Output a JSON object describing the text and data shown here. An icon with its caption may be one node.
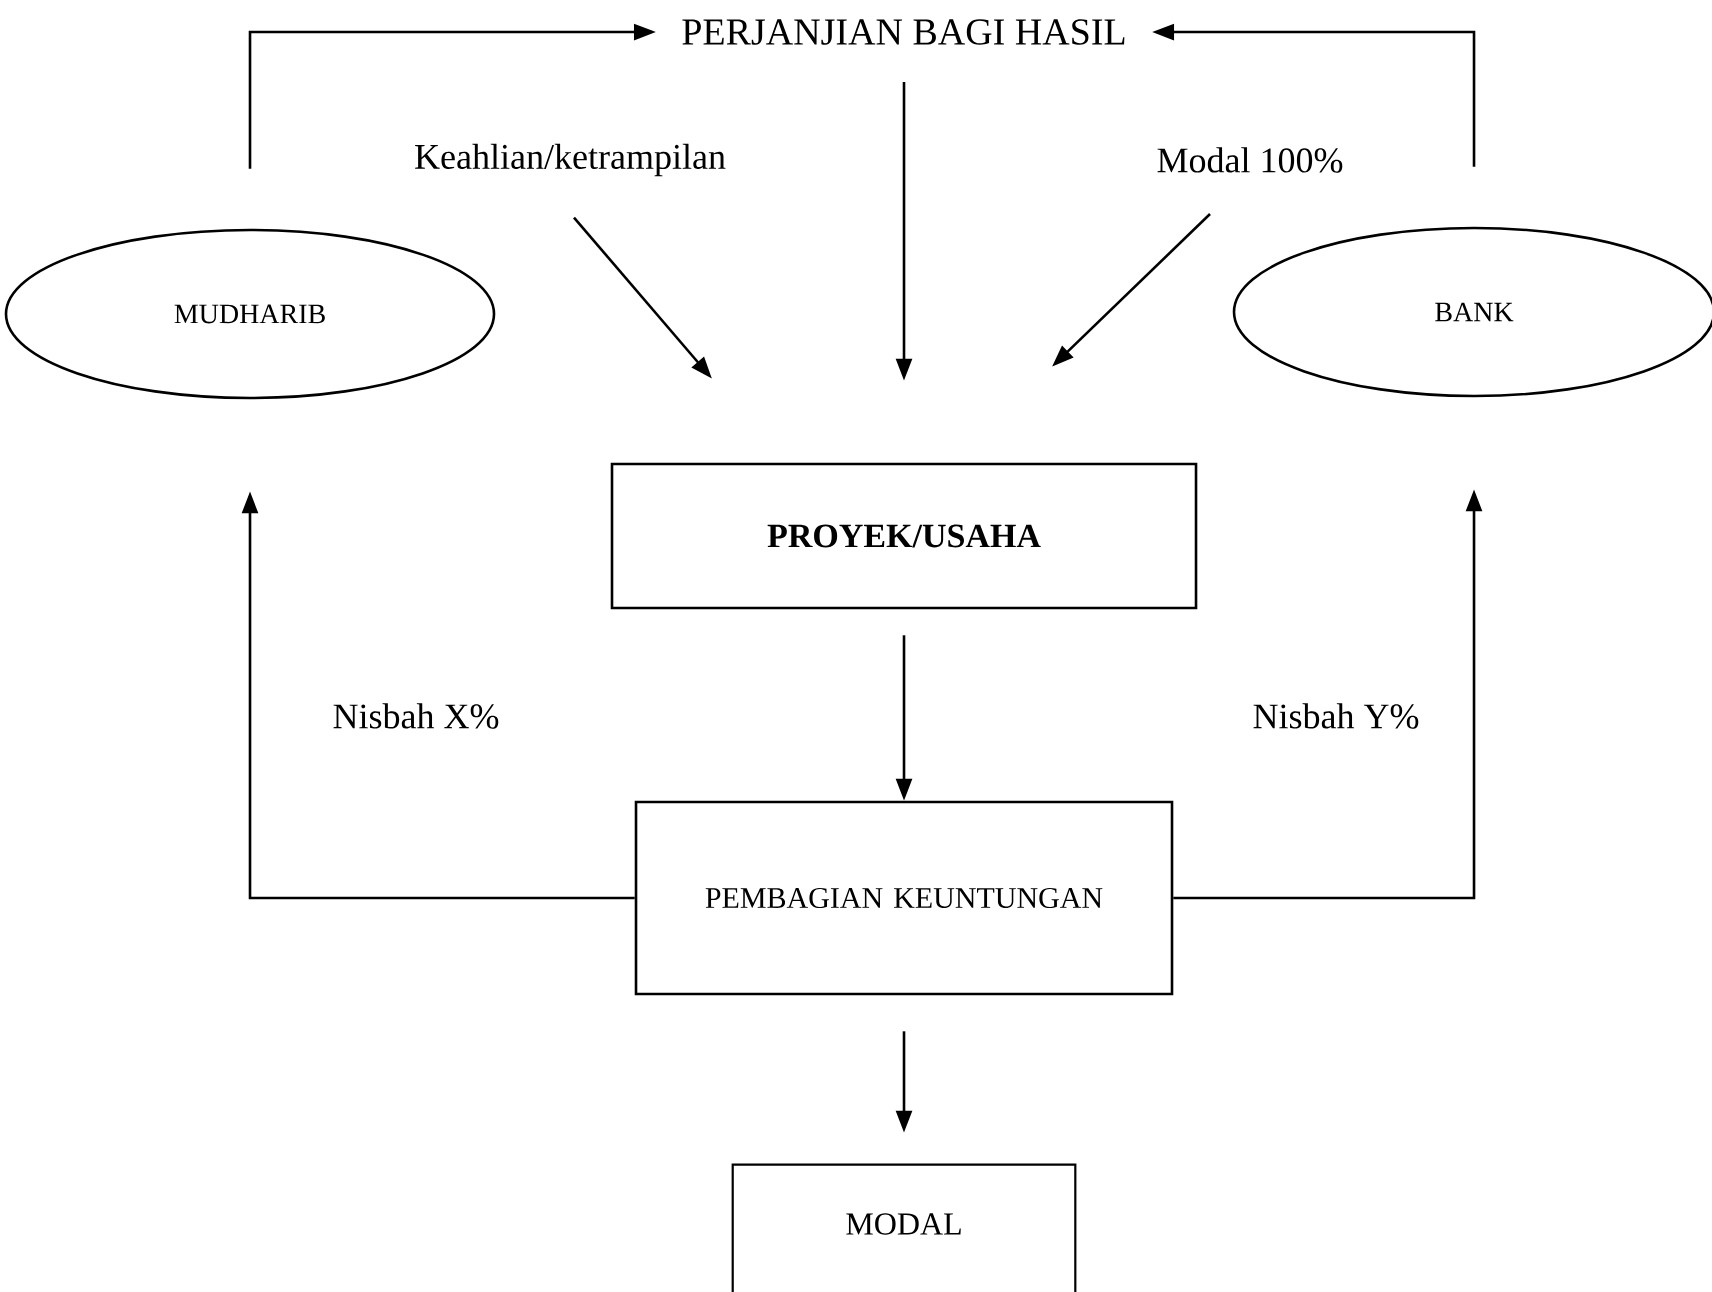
{
  "diagram": {
    "nodes": [
      {
        "text": [
          "PERJANJIAN BAGI HASIL"
        ]
      },
      {
        "text": [
          "MUDHARIB"
        ]
      },
      {
        "text": [
          "BANK"
        ]
      },
      {
        "text": [
          "PROYEK/USAHA"
        ]
      },
      {
        "text": [
          "PEMBAGIAN KEUNTUNGAN"
        ]
      },
      {
        "text": [
          "MODAL"
        ]
      },
      {
        "text": [
          "Keahlian/ketrampilan"
        ]
      },
      {
        "text": [
          "Modal 100%"
        ]
      }
    ],
    "edges": [
      {
        "from": 1,
        "to": 0,
        "arrow": "to"
      },
      {
        "from": 2,
        "to": 0,
        "arrow": "to"
      },
      {
        "from": 0,
        "to": 3,
        "arrow": "to"
      },
      {
        "from": 6,
        "to": 3,
        "arrow": "to"
      },
      {
        "from": 7,
        "to": 3,
        "arrow": "to"
      },
      {
        "from": 3,
        "to": 4,
        "arrow": "to"
      },
      {
        "from": 4,
        "to": 1,
        "arrow": "to",
        "label": "Nisbah X%"
      },
      {
        "from": 4,
        "to": 2,
        "arrow": "to",
        "label": "Nisbah Y%"
      },
      {
        "from": 4,
        "to": 5,
        "arrow": "to"
      }
    ]
  }
}
